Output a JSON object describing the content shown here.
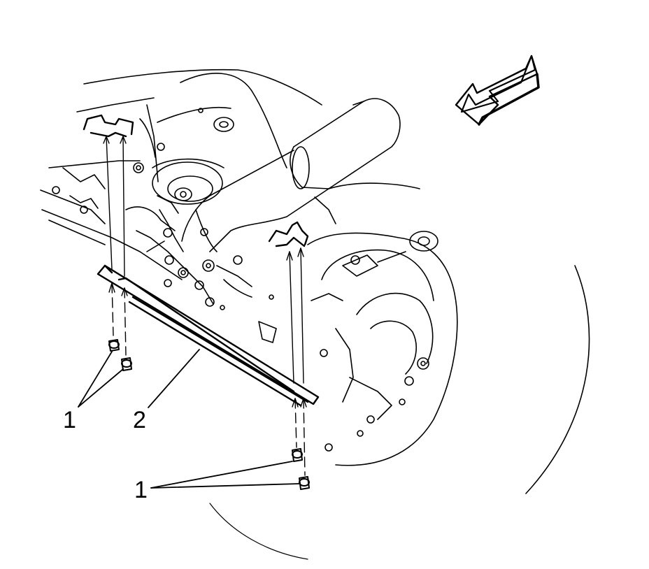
{
  "callouts": {
    "fastener_label": "1",
    "brace_label": "2",
    "fastener_label_lower": "1"
  },
  "colors": {
    "ink": "#000000",
    "paper": "#ffffff"
  },
  "icons": [
    "direction-arrow-icon"
  ]
}
